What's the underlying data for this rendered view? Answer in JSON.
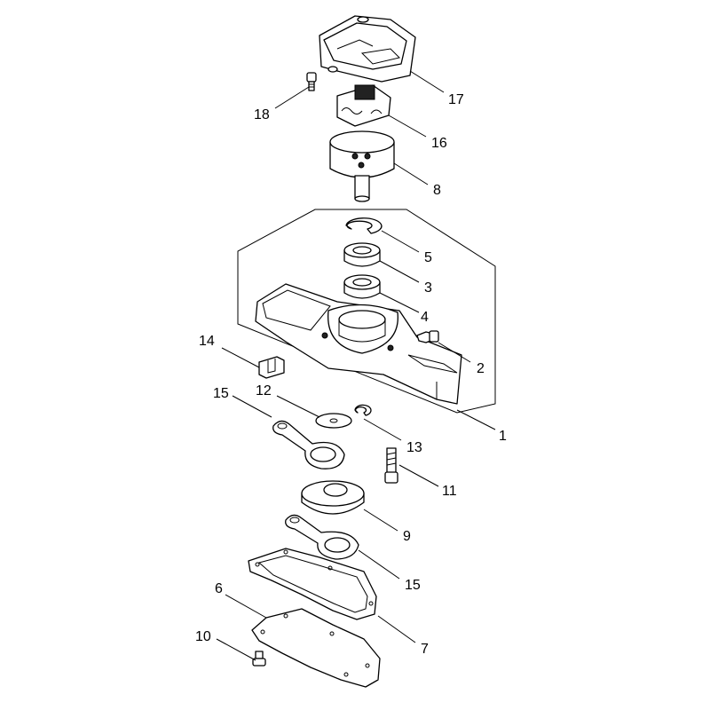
{
  "callouts": [
    {
      "id": "17",
      "text": "17"
    },
    {
      "id": "18",
      "text": "18"
    },
    {
      "id": "16",
      "text": "16"
    },
    {
      "id": "8",
      "text": "8"
    },
    {
      "id": "5",
      "text": "5"
    },
    {
      "id": "3",
      "text": "3"
    },
    {
      "id": "4",
      "text": "4"
    },
    {
      "id": "14",
      "text": "14"
    },
    {
      "id": "2",
      "text": "2"
    },
    {
      "id": "12",
      "text": "12"
    },
    {
      "id": "15a",
      "text": "15"
    },
    {
      "id": "1",
      "text": "1"
    },
    {
      "id": "13",
      "text": "13"
    },
    {
      "id": "11",
      "text": "11"
    },
    {
      "id": "9",
      "text": "9"
    },
    {
      "id": "15b",
      "text": "15"
    },
    {
      "id": "6",
      "text": "6"
    },
    {
      "id": "10",
      "text": "10"
    },
    {
      "id": "7",
      "text": "7"
    }
  ]
}
